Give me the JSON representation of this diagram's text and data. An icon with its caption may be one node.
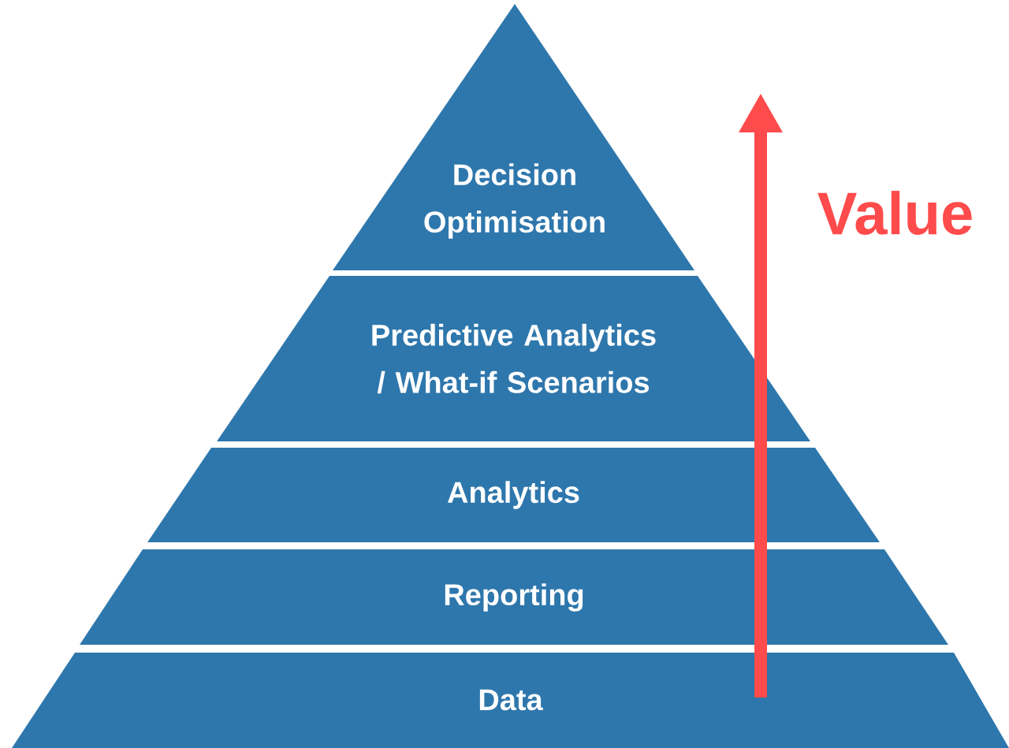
{
  "diagram": {
    "nodes": [
      {
        "text": [
          "Decision Optimisation"
        ]
      },
      {
        "text": [
          "Predictive Analytics / What-if Scenarios"
        ]
      },
      {
        "text": [
          "Analytics"
        ]
      },
      {
        "text": [
          "Reporting"
        ]
      },
      {
        "text": [
          "Data"
        ]
      }
    ],
    "labels": [
      "Value"
    ]
  }
}
